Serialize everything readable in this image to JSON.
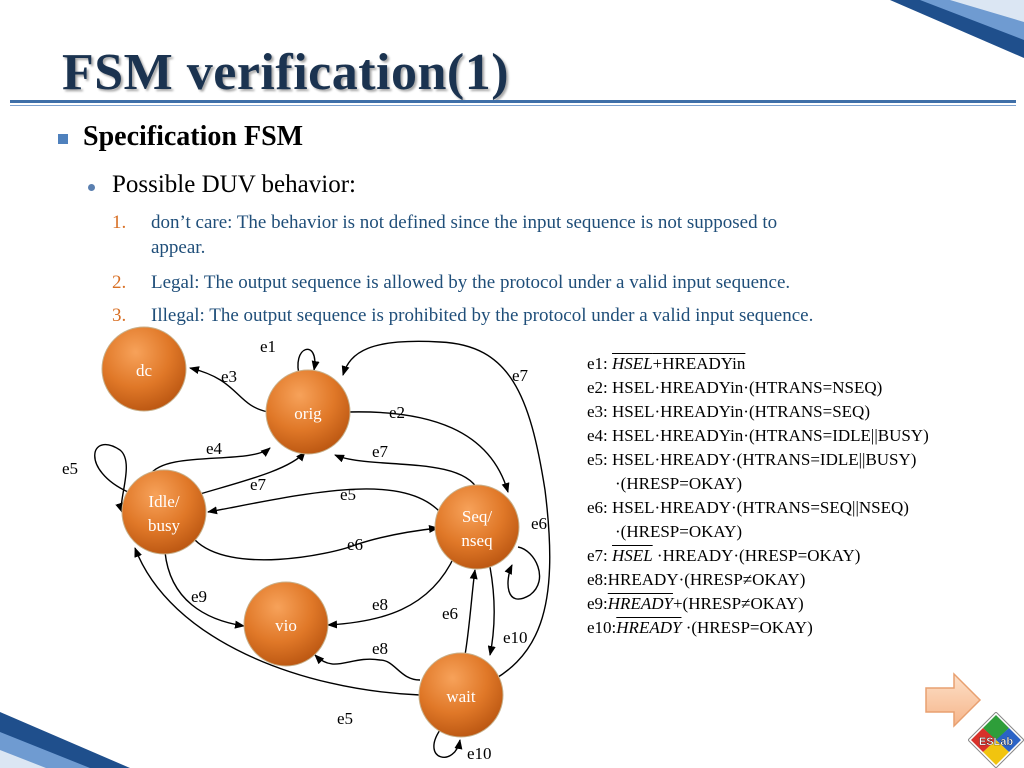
{
  "title": "FSM verification(1)",
  "level1": "Specification FSM",
  "level2": "Possible DUV behavior:",
  "items": [
    {
      "num": "1.",
      "line1": "don’t care: The behavior is not defined since the input sequence is not supposed to",
      "line2": "appear."
    },
    {
      "num": "2.",
      "text": "Legal: The output sequence is allowed by the protocol under a valid input sequence."
    },
    {
      "num": "3.",
      "text": "Illegal: The output sequence is prohibited by the protocol under a valid input sequence."
    }
  ],
  "nodes": {
    "dc": "dc",
    "orig": "orig",
    "idle1": "Idle/",
    "idle2": "busy",
    "seq1": "Seq/",
    "seq2": "nseq",
    "vio": "vio",
    "wait": "wait"
  },
  "edge_labels": {
    "e1_orig": "e1",
    "e3_orig_dc": "e3",
    "e7_right": "e7",
    "e2_orig_seq": "e2",
    "e4_idle_orig": "e4",
    "e7_seq_orig": "e7",
    "e5_idle_self": "e5",
    "e7_idle_orig": "e7",
    "e5_seq_idle": "e5",
    "e6_seq_self": "e6",
    "e6_idle_seq": "e6",
    "e9_idle_vio": "e9",
    "e8_seq_vio": "e8",
    "e6_wait_seq": "e6",
    "e10_seq_wait": "e10",
    "e8_wait_vio": "e8",
    "e5_wait_idle": "e5",
    "e10_wait_self": "e10"
  },
  "legend": {
    "e1_prefix": "e1: ",
    "e1_hsel": "HSEL",
    "e1_rest": "+HREADYin",
    "e2": "e2: HSEL·HREADYin·(HTRANS=NSEQ)",
    "e3": "e3: HSEL·HREADYin·(HTRANS=SEQ)",
    "e4": "e4: HSEL·HREADYin·(HTRANS=IDLE||BUSY)",
    "e5a": "e5: HSEL·HREADY·(HTRANS=IDLE||BUSY)",
    "e5b": "·(HRESP=OKAY)",
    "e6a": "e6: HSEL·HREADY·(HTRANS=SEQ||NSEQ)",
    "e6b": "·(HRESP=OKAY)",
    "e7_prefix": "e7: ",
    "e7_hsel": "HSEL",
    "e7_rest": " ·HREADY·(HRESP=OKAY)",
    "e8": "e8:HREADY·(HRESP≠OKAY)",
    "e9_prefix": "e9:",
    "e9_hready": "HREADY",
    "e9_rest": "+(HRESP≠OKAY)",
    "e10_prefix": "e10:",
    "e10_hready": "HREADY",
    "e10_rest": " ·(HRESP=OKAY)"
  },
  "logo_text": "ESLab",
  "colors": {
    "title": "#1b3350",
    "item_text": "#1f4e79",
    "item_number": "#d86f24",
    "node_fill": "#d4661a",
    "accent": "#4f81bd"
  }
}
